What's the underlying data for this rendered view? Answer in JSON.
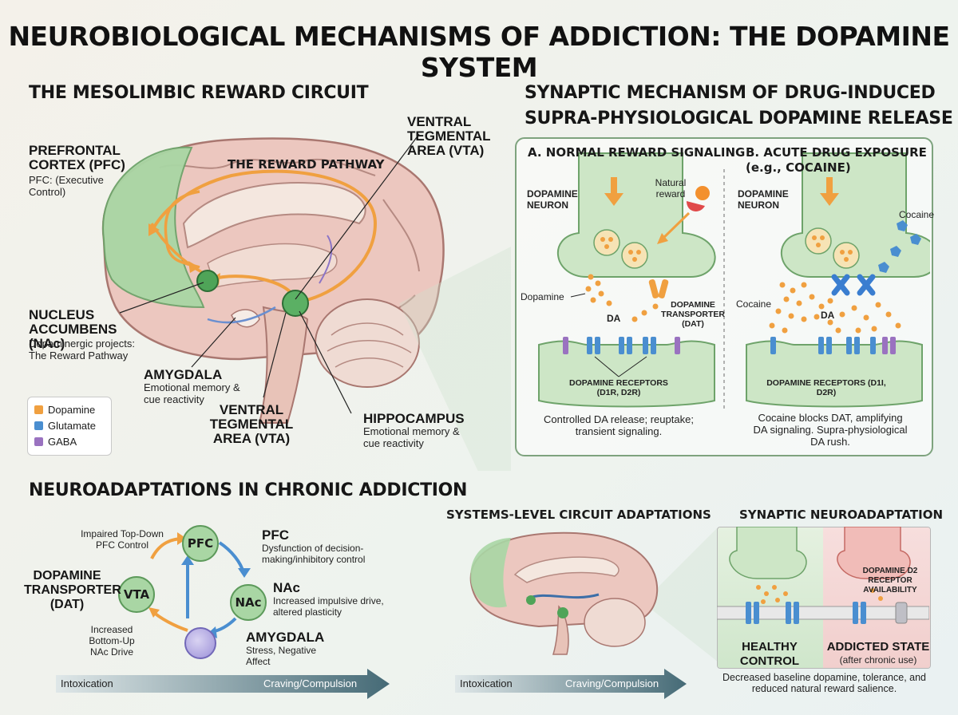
{
  "title": "NEUROBIOLOGICAL MECHANISMS OF ADDICTION: THE DOPAMINE SYSTEM",
  "circuit": {
    "heading": "THE MESOLIMBIC REWARD CIRCUIT",
    "pathway_label": "THE REWARD PATHWAY",
    "pfc_label": "PREFRONTAL CORTEX (PFC)",
    "pfc_desc": "PFC: (Executive Control)",
    "nac_label": "NUCLEUS ACCUMBENS (NAc)",
    "nac_desc": "Dopaminergic projects: The Reward Pathway",
    "amygdala_label": "AMYGDALA",
    "amygdala_desc": "Emotional memory & cue reactivity",
    "vta_top_label": "VENTRAL TEGMENTAL AREA (VTA)",
    "vta_bottom_label": "VENTRAL TEGMENTAL AREA (VTA)",
    "hippocampus_label": "HIPPOCAMPUS",
    "hippocampus_desc": "Emotional memory & cue reactivity"
  },
  "legend": {
    "items": [
      {
        "label": "Dopamine",
        "color": "#f0a040"
      },
      {
        "label": "Glutamate",
        "color": "#4a8ed0"
      },
      {
        "label": "GABA",
        "color": "#9a72c0"
      }
    ]
  },
  "synaptic": {
    "heading_line1": "SYNAPTIC MECHANISM OF DRUG-INDUCED",
    "heading_line2": "SUPRA-PHYSIOLOGICAL DOPAMINE RELEASE",
    "panel_a": {
      "title": "A. NORMAL REWARD SIGNALING",
      "neuron_label": "DOPAMINE NEURON",
      "reward_label": "Natural reward",
      "dopamine_label": "Dopamine",
      "da_label": "DA",
      "transporter_label": "DOPAMINE TRANSPORTER (DAT)",
      "receptors_label": "DOPAMINE RECEPTORS (D1R, D2R)",
      "caption": "Controlled DA release; reuptake; transient signaling."
    },
    "panel_b": {
      "title": "B. ACUTE DRUG EXPOSURE",
      "subtitle": "(e.g., COCAINE)",
      "neuron_label": "DOPAMINE NEURON",
      "cocaine_label_top": "Cocaine",
      "cocaine_label_left": "Cocaine",
      "da_label": "DA",
      "receptors_label": "DOPAMINE RECEPTORS (D1I, D2R)",
      "caption": "Cocaine blocks DAT, amplifying DA signaling. Supra-physiological DA rush."
    }
  },
  "neuroadaptations": {
    "heading": "NEUROADAPTATIONS IN CHRONIC ADDICTION",
    "nodes": {
      "pfc": "PFC",
      "vta": "VTA",
      "nac": "NAc"
    },
    "top_down": "Impaired Top-Down PFC Control",
    "dat_label": "DOPAMINE TRANSPORTER (DAT)",
    "bottom_up": "Increased Bottom-Up NAc Drive",
    "pfc_title": "PFC",
    "pfc_desc": "Dysfunction of decision-making/inhibitory control",
    "nac_title": "NAc",
    "nac_desc": "Increased impulsive drive, altered plasticity",
    "amygdala_title": "AMYGDALA",
    "amygdala_desc": "Stress, Negative Affect",
    "arrow_left": "Intoxication",
    "arrow_right": "Craving/Compulsion"
  },
  "systems": {
    "heading": "SYSTEMS-LEVEL CIRCUIT ADAPTATIONS",
    "arrow_left": "Intoxication",
    "arrow_right": "Craving/Compulsion"
  },
  "synaptic_adapt": {
    "heading": "SYNAPTIC NEUROADAPTATION",
    "d2_label": "DOPAMINE D2 RECEPTOR AVAILABILITY",
    "healthy_label": "HEALTHY CONTROL",
    "addicted_label": "ADDICTED STATE",
    "addicted_sub": "(after chronic use)",
    "caption": "Decreased baseline dopamine, tolerance, and reduced natural reward salience."
  }
}
